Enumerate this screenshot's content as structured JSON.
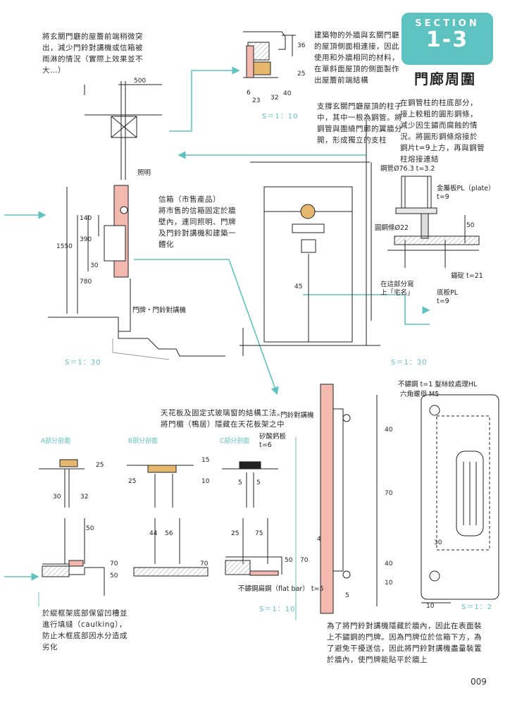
{
  "section": {
    "word": "SECTION",
    "number": "1-3",
    "title": "門廊周圍"
  },
  "page_number": "009",
  "notes": {
    "eave_note": "將玄關門廳的屋簷前端稍微突\n出，減少門鈴對講機或信箱被\n雨淋的情況（實際上效果並不\n大…）",
    "cladding_note": "建築物的外牆與玄關門廳\n的屋頂側面相連接，因此\n使用和外牆相同的材料，\n在單斜面屋頂的側面製作\n出屋簷前端結構",
    "column_note": "支撐玄關門廳屋頂的柱子\n中，其中一根為鋼管。將\n鋼管與圍繞門廊的翼牆分\n開，形成獨立的支柱",
    "pipe_note": "在鋼管柱的柱底部分，\n接上較粗的圓形鋼條，\n減少因生鏽而腐蝕的情\n況。將圓形鋼條熔接於\n鋼片t=9上方，再與鋼管\n柱熔接連結",
    "mailbox_note": "信箱（市售產品）\n將市售的信箱固定於牆\n壁內，連同照明、門牌\n及門鈴對講機和建築一\n體化",
    "ceiling_note": "天花板及固定式玻璃窗的結構工法。\n將門楣（鴨居）隱藏在天花板架之中",
    "caulk_note": "於縱框架底部保留凹槽並\n進行填縫（caulking），\n防止木框底部因水分造成\n劣化",
    "intercom_note": "為了將門鈴對講機隱藏於牆內，因此在表面裝\n上不鏽鋼的門牌。因為門牌位於信箱下方，為\n了避免干擾送信，因此將門鈴對講機盡量裝置\n於牆內，使門牌能貼平於牆上"
  },
  "labels": {
    "lighting": "照明",
    "nameplate_intercom": "門牌・門鈴對講機",
    "write_name": "在這部分寫\n上「宅名」",
    "steel_pipe": "鋼管Ø76.3 t=3.2",
    "metal_plate": "金屬板PL（plate）\nt=9",
    "round_bar": "圓鋼條Ø22",
    "bolt": "錨碇 t=21",
    "base_plate": "底板PL\nt=9",
    "calcium_silicate": "矽酸鈣板\nt=6",
    "intercom": "門鈴對講機",
    "stainless_flat_bar": "不鏽鋼扁鋼（flat bar） t=5",
    "hairline": "不鏽鋼 t=1 髮絲紋處理HL",
    "hex_nut": "六角螺母 M5",
    "section_a": "A部分剖面",
    "section_b": "B部分剖面",
    "section_c": "C部分剖面"
  },
  "scales": {
    "eave": "S＝1：10",
    "left_elev": "S＝1：30",
    "right_elev": "S＝1：30",
    "sections": "S＝1：10",
    "intercom": "S＝1：2"
  },
  "dims": {
    "eave_36": "36",
    "eave_25": "25",
    "eave_6": "6",
    "eave_23": "23",
    "eave_32": "32",
    "eave_40": "40",
    "w500": "500",
    "h1550": "1550",
    "h390": "390",
    "h140": "140",
    "h780": "780",
    "h30": "30",
    "d45": "45",
    "d50": "50",
    "a25": "25",
    "a30": "30",
    "a32": "32",
    "a50": "50",
    "a70": "70",
    "a50b": "50",
    "b15": "15",
    "b25": "25",
    "b10": "10",
    "b44": "44",
    "b56": "56",
    "b70": "70",
    "c5a": "5",
    "c5b": "5",
    "c25": "25",
    "c75": "75",
    "c50": "50",
    "c70": "70",
    "i40a": "40",
    "i70": "70",
    "i40b": "40",
    "i10": "10",
    "i4": "4",
    "i5": "5",
    "i30": "30",
    "i10b": "10"
  },
  "colors": {
    "accent": "#5ec3c0",
    "wall": "#f3b8ae",
    "wood": "#e5b86d",
    "hatch": "#9a9a9a"
  }
}
